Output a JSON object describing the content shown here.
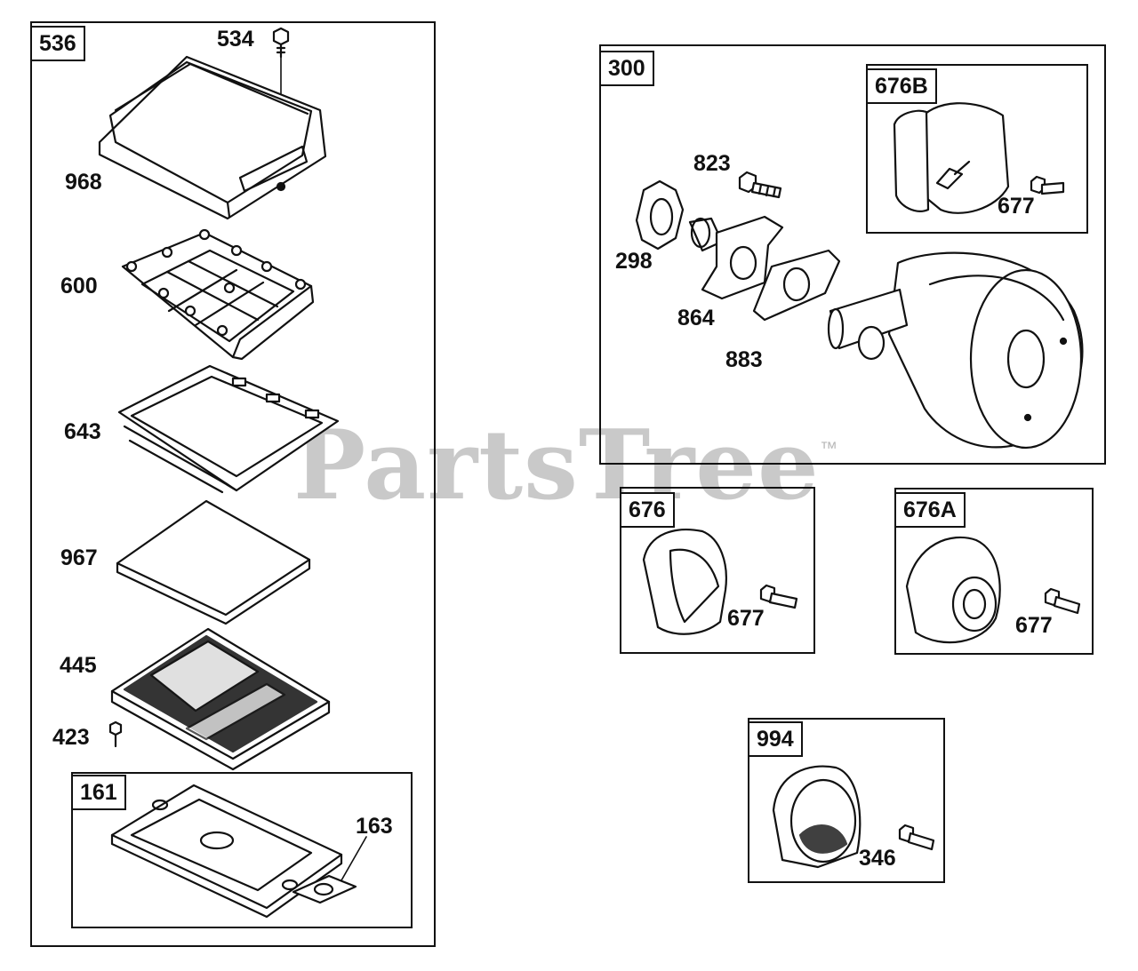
{
  "watermark": {
    "text": "PartsTree",
    "tm": "™"
  },
  "groups": {
    "g536": {
      "tag": "536"
    },
    "g161": {
      "tag": "161"
    },
    "g300": {
      "tag": "300"
    },
    "g676B": {
      "tag": "676B"
    },
    "g676": {
      "tag": "676"
    },
    "g676A": {
      "tag": "676A"
    },
    "g994": {
      "tag": "994"
    }
  },
  "parts": {
    "p534": "534",
    "p968": "968",
    "p600": "600",
    "p643": "643",
    "p967": "967",
    "p445": "445",
    "p423": "423",
    "p163": "163",
    "p823": "823",
    "p298": "298",
    "p864": "864",
    "p883": "883",
    "p677_b": "677",
    "p677": "677",
    "p677_a": "677",
    "p346": "346"
  }
}
